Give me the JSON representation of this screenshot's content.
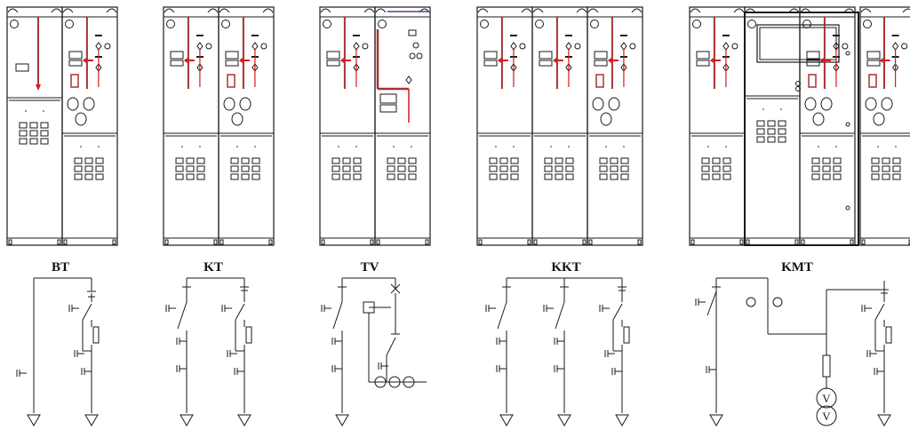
{
  "colors": {
    "line": "#1a1a1a",
    "panel_fill": "#ffffff",
    "busbar": "#a83232",
    "accent_red": "#d41a1a",
    "busbar_purple": "#6a3a8c"
  },
  "units": [
    {
      "id": "bt",
      "label": "BT",
      "cubicles": 2
    },
    {
      "id": "kt",
      "label": "KT",
      "cubicles": 2
    },
    {
      "id": "tv",
      "label": "TV",
      "cubicles": 2
    },
    {
      "id": "kkt",
      "label": "KKT",
      "cubicles": 3
    },
    {
      "id": "kmt",
      "label": "KMT",
      "cubicles": 3
    }
  ],
  "icons": {
    "ground": "ground-triangle-icon",
    "switch": "disconnector-switch-icon",
    "fuse": "fuse-icon",
    "ct": "current-transformer-icon",
    "vt": "voltage-transformer-icon",
    "capacitor": "capacitive-indicator-icon"
  },
  "symbols": {
    "vt_letter": "V"
  }
}
